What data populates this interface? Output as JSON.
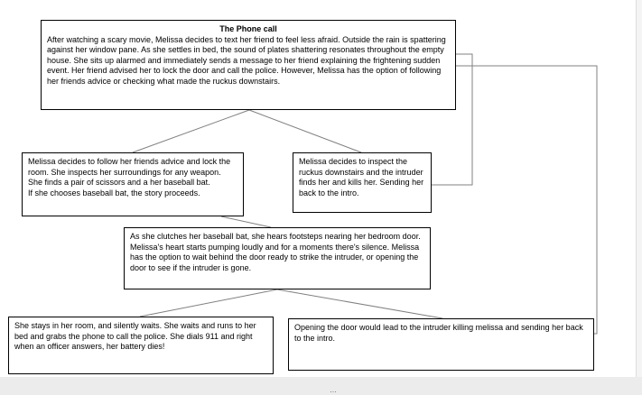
{
  "boxes": {
    "intro": {
      "title": "The Phone call",
      "text": "After watching a scary movie, Melissa decides to text her friend to feel less afraid. Outside the rain is spattering against her window pane. As she settles in bed, the sound of plates shattering resonates throughout the empty house. She sits up alarmed and immediately sends a message to her friend explaining the frightening sudden event. Her friend advised her to lock the door and call the police. However, Melissa has the option of following her friends advice or checking what made the ruckus downstairs."
    },
    "follow_advice": {
      "text": "Melissa decides to follow her friends advice and lock the room. She inspects her surroundings for any weapon. She finds a pair of scissors and a her baseball bat.\nIf she chooses baseball bat, the story proceeds."
    },
    "inspect_ruckus": {
      "text": "Melissa decides to inspect the ruckus downstairs and the intruder finds her and kills her. Sending her back to the intro."
    },
    "baseball_bat": {
      "text": "As she clutches her baseball bat, she hears footsteps nearing her bedroom door. Melissa's heart starts pumping loudly and for a moments there's silence. Melissa has the option to wait behind the door ready to strike the intruder, or opening the door to see if the intruder is gone."
    },
    "stay_wait": {
      "text": "She stays in her room, and silently waits. She waits and runs to her bed and grabs the phone to call the police. She dials 911 and right when an officer answers, her battery dies!"
    },
    "open_door": {
      "text": "Opening the door would lead to the intruder killing melissa and sending her back to the intro."
    }
  },
  "status": {
    "more_indicator": "..."
  },
  "colors": {
    "line": "#808080",
    "box_border": "#000000"
  }
}
